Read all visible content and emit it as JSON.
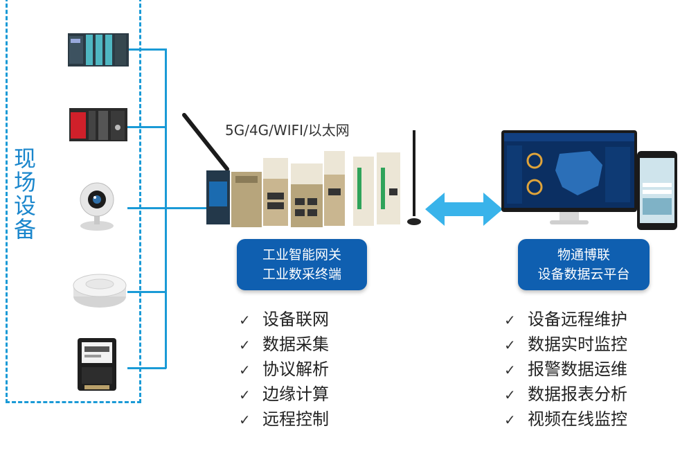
{
  "field": {
    "label": "现场设备",
    "devices": [
      {
        "name": "plc-rack-icon"
      },
      {
        "name": "plc-red-icon"
      },
      {
        "name": "webcam-icon"
      },
      {
        "name": "smoke-detector-icon"
      },
      {
        "name": "electric-meter-icon"
      }
    ]
  },
  "gateway": {
    "network_label": "5G/4G/WIFI/以太网",
    "box_lines": [
      "工业智能网关",
      "工业数采终端"
    ],
    "features": [
      "设备联网",
      "数据采集",
      "协议解析",
      "边缘计算",
      "远程控制"
    ]
  },
  "cloud": {
    "box_lines": [
      "物通博联",
      "设备数据云平台"
    ],
    "features": [
      "设备远程维护",
      "数据实时监控",
      "报警数据运维",
      "数据报表分析",
      "视频在线监控"
    ]
  },
  "colors": {
    "accent": "#1a9ad6",
    "box": "#0f5fb0",
    "arrow": "#39b3ea"
  },
  "check_glyph": "✓"
}
